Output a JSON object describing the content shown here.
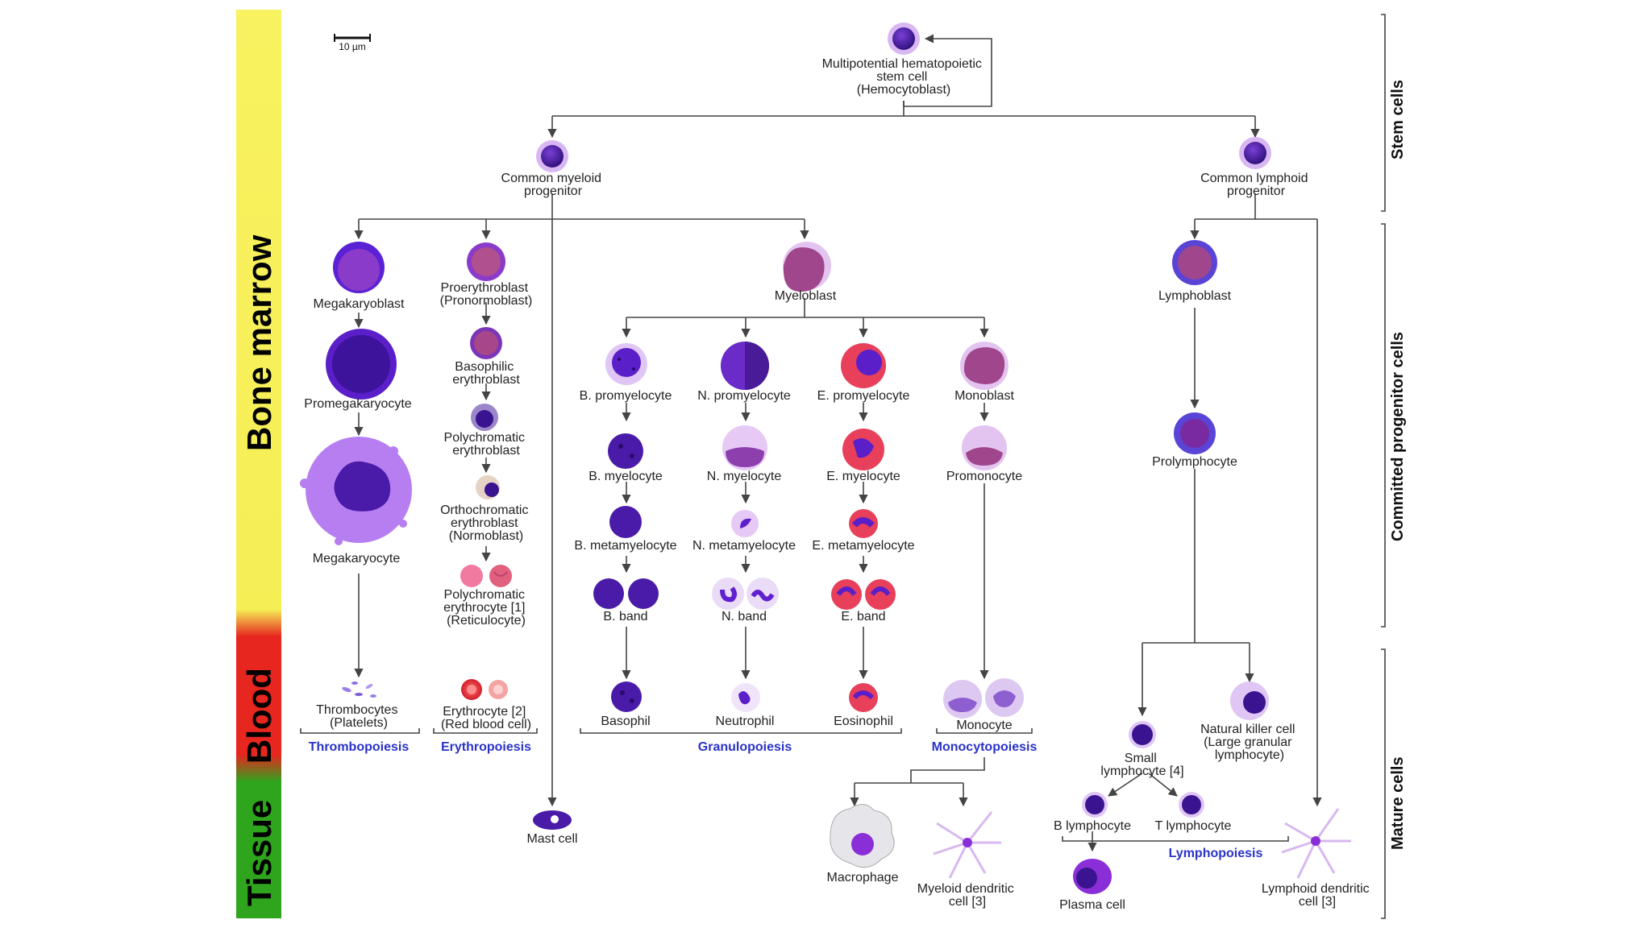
{
  "zones": [
    {
      "id": "bone-marrow",
      "label": "Bone marrow",
      "color": "#f6f05a"
    },
    {
      "id": "blood",
      "label": "Blood",
      "color": "#e42a22"
    },
    {
      "id": "tissue",
      "label": "Tissue",
      "color": "#2fa51e"
    }
  ],
  "scale_bar": "10 µm",
  "side_labels": {
    "stem": "Stem cells",
    "committed": "Committed progenitor cells",
    "mature": "Mature cells"
  },
  "cells": {
    "hsc": [
      "Multipotential hematopoietic",
      "stem cell",
      "(Hemocytoblast)"
    ],
    "cmp": [
      "Common myeloid",
      "progenitor"
    ],
    "clp": [
      "Common lymphoid",
      "progenitor"
    ],
    "megakaryoblast": [
      "Megakaryoblast"
    ],
    "promegakaryocyte": [
      "Promegakaryocyte"
    ],
    "megakaryocyte": [
      "Megakaryocyte"
    ],
    "thrombocytes": [
      "Thrombocytes",
      "(Platelets)"
    ],
    "proerythroblast": [
      "Proerythroblast",
      "(Pronormoblast)"
    ],
    "basophilic_erythroblast": [
      "Basophilic",
      "erythroblast"
    ],
    "polychromatic_erythroblast": [
      "Polychromatic",
      "erythroblast"
    ],
    "orthochromatic_erythroblast": [
      "Orthochromatic",
      "erythroblast",
      "(Normoblast)"
    ],
    "reticulocyte": [
      "Polychromatic",
      "erythrocyte [1]",
      "(Reticulocyte)"
    ],
    "erythrocyte": [
      "Erythrocyte [2]",
      "(Red blood cell)"
    ],
    "mast_cell": [
      "Mast cell"
    ],
    "myeloblast": [
      "Myeloblast"
    ],
    "b_promyelocyte": [
      "B. promyelocyte"
    ],
    "n_promyelocyte": [
      "N. promyelocyte"
    ],
    "e_promyelocyte": [
      "E. promyelocyte"
    ],
    "monoblast": [
      "Monoblast"
    ],
    "b_myelocyte": [
      "B. myelocyte"
    ],
    "n_myelocyte": [
      "N. myelocyte"
    ],
    "e_myelocyte": [
      "E. myelocyte"
    ],
    "promonocyte": [
      "Promonocyte"
    ],
    "b_metamyelocyte": [
      "B. metamyelocyte"
    ],
    "n_metamyelocyte": [
      "N. metamyelocyte"
    ],
    "e_metamyelocyte": [
      "E. metamyelocyte"
    ],
    "b_band": [
      "B. band"
    ],
    "n_band": [
      "N. band"
    ],
    "e_band": [
      "E. band"
    ],
    "basophil": [
      "Basophil"
    ],
    "neutrophil": [
      "Neutrophil"
    ],
    "eosinophil": [
      "Eosinophil"
    ],
    "monocyte": [
      "Monocyte"
    ],
    "macrophage": [
      "Macrophage"
    ],
    "myeloid_dc": [
      "Myeloid dendritic",
      "cell [3]"
    ],
    "lymphoblast": [
      "Lymphoblast"
    ],
    "prolymphocyte": [
      "Prolymphocyte"
    ],
    "small_lymphocyte": [
      "Small",
      "lymphocyte [4]"
    ],
    "nk_cell": [
      "Natural killer cell",
      "(Large granular",
      "lymphocyte)"
    ],
    "b_lymphocyte": [
      "B lymphocyte"
    ],
    "t_lymphocyte": [
      "T lymphocyte"
    ],
    "plasma_cell": [
      "Plasma cell"
    ],
    "lymphoid_dc": [
      "Lymphoid dendritic",
      "cell [3]"
    ]
  },
  "processes": {
    "thrombopoiesis": "Thrombopoiesis",
    "erythropoiesis": "Erythropoiesis",
    "granulopoiesis": "Granulopoiesis",
    "monocytopoiesis": "Monocytopoiesis",
    "lymphopoiesis": "Lymphopoiesis"
  },
  "colors": {
    "nucleus_dark": "#3a1390",
    "nucleus_violet": "#5a1fb8",
    "cytoplasm_lilac": "#d9b8f0",
    "cytoplasm_pink": "#c8509a",
    "erythro_red": "#e0303c",
    "eosin_granule": "#e8405a",
    "process_blue": "#2a33c8"
  }
}
